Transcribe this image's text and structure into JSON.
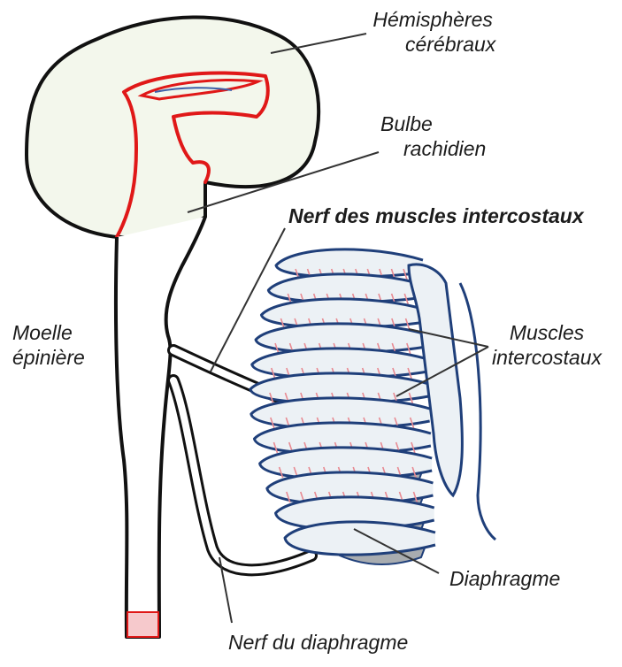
{
  "labels": {
    "hemispheres": [
      "Hémisphères",
      "cérébraux"
    ],
    "bulbe": [
      "Bulbe",
      "rachidien"
    ],
    "nerf_intercostaux": "Nerf des muscles intercostaux",
    "moelle": [
      "Moelle",
      "épinière"
    ],
    "muscles": [
      "Muscles",
      "intercostaux"
    ],
    "diaphragme": "Diaphragme",
    "nerf_diaphragme": "Nerf du diaphragme"
  },
  "colors": {
    "outline": "#111111",
    "brain_fill": "#f3f7ec",
    "brainstem_red": "#e01818",
    "rib_blue": "#1f3f7a",
    "rib_fill": "#ecf1f5",
    "muscle_pink": "#e88a92",
    "diaphragm_gray": "#a8acb0",
    "cord_tip": "#f6c9cc"
  }
}
